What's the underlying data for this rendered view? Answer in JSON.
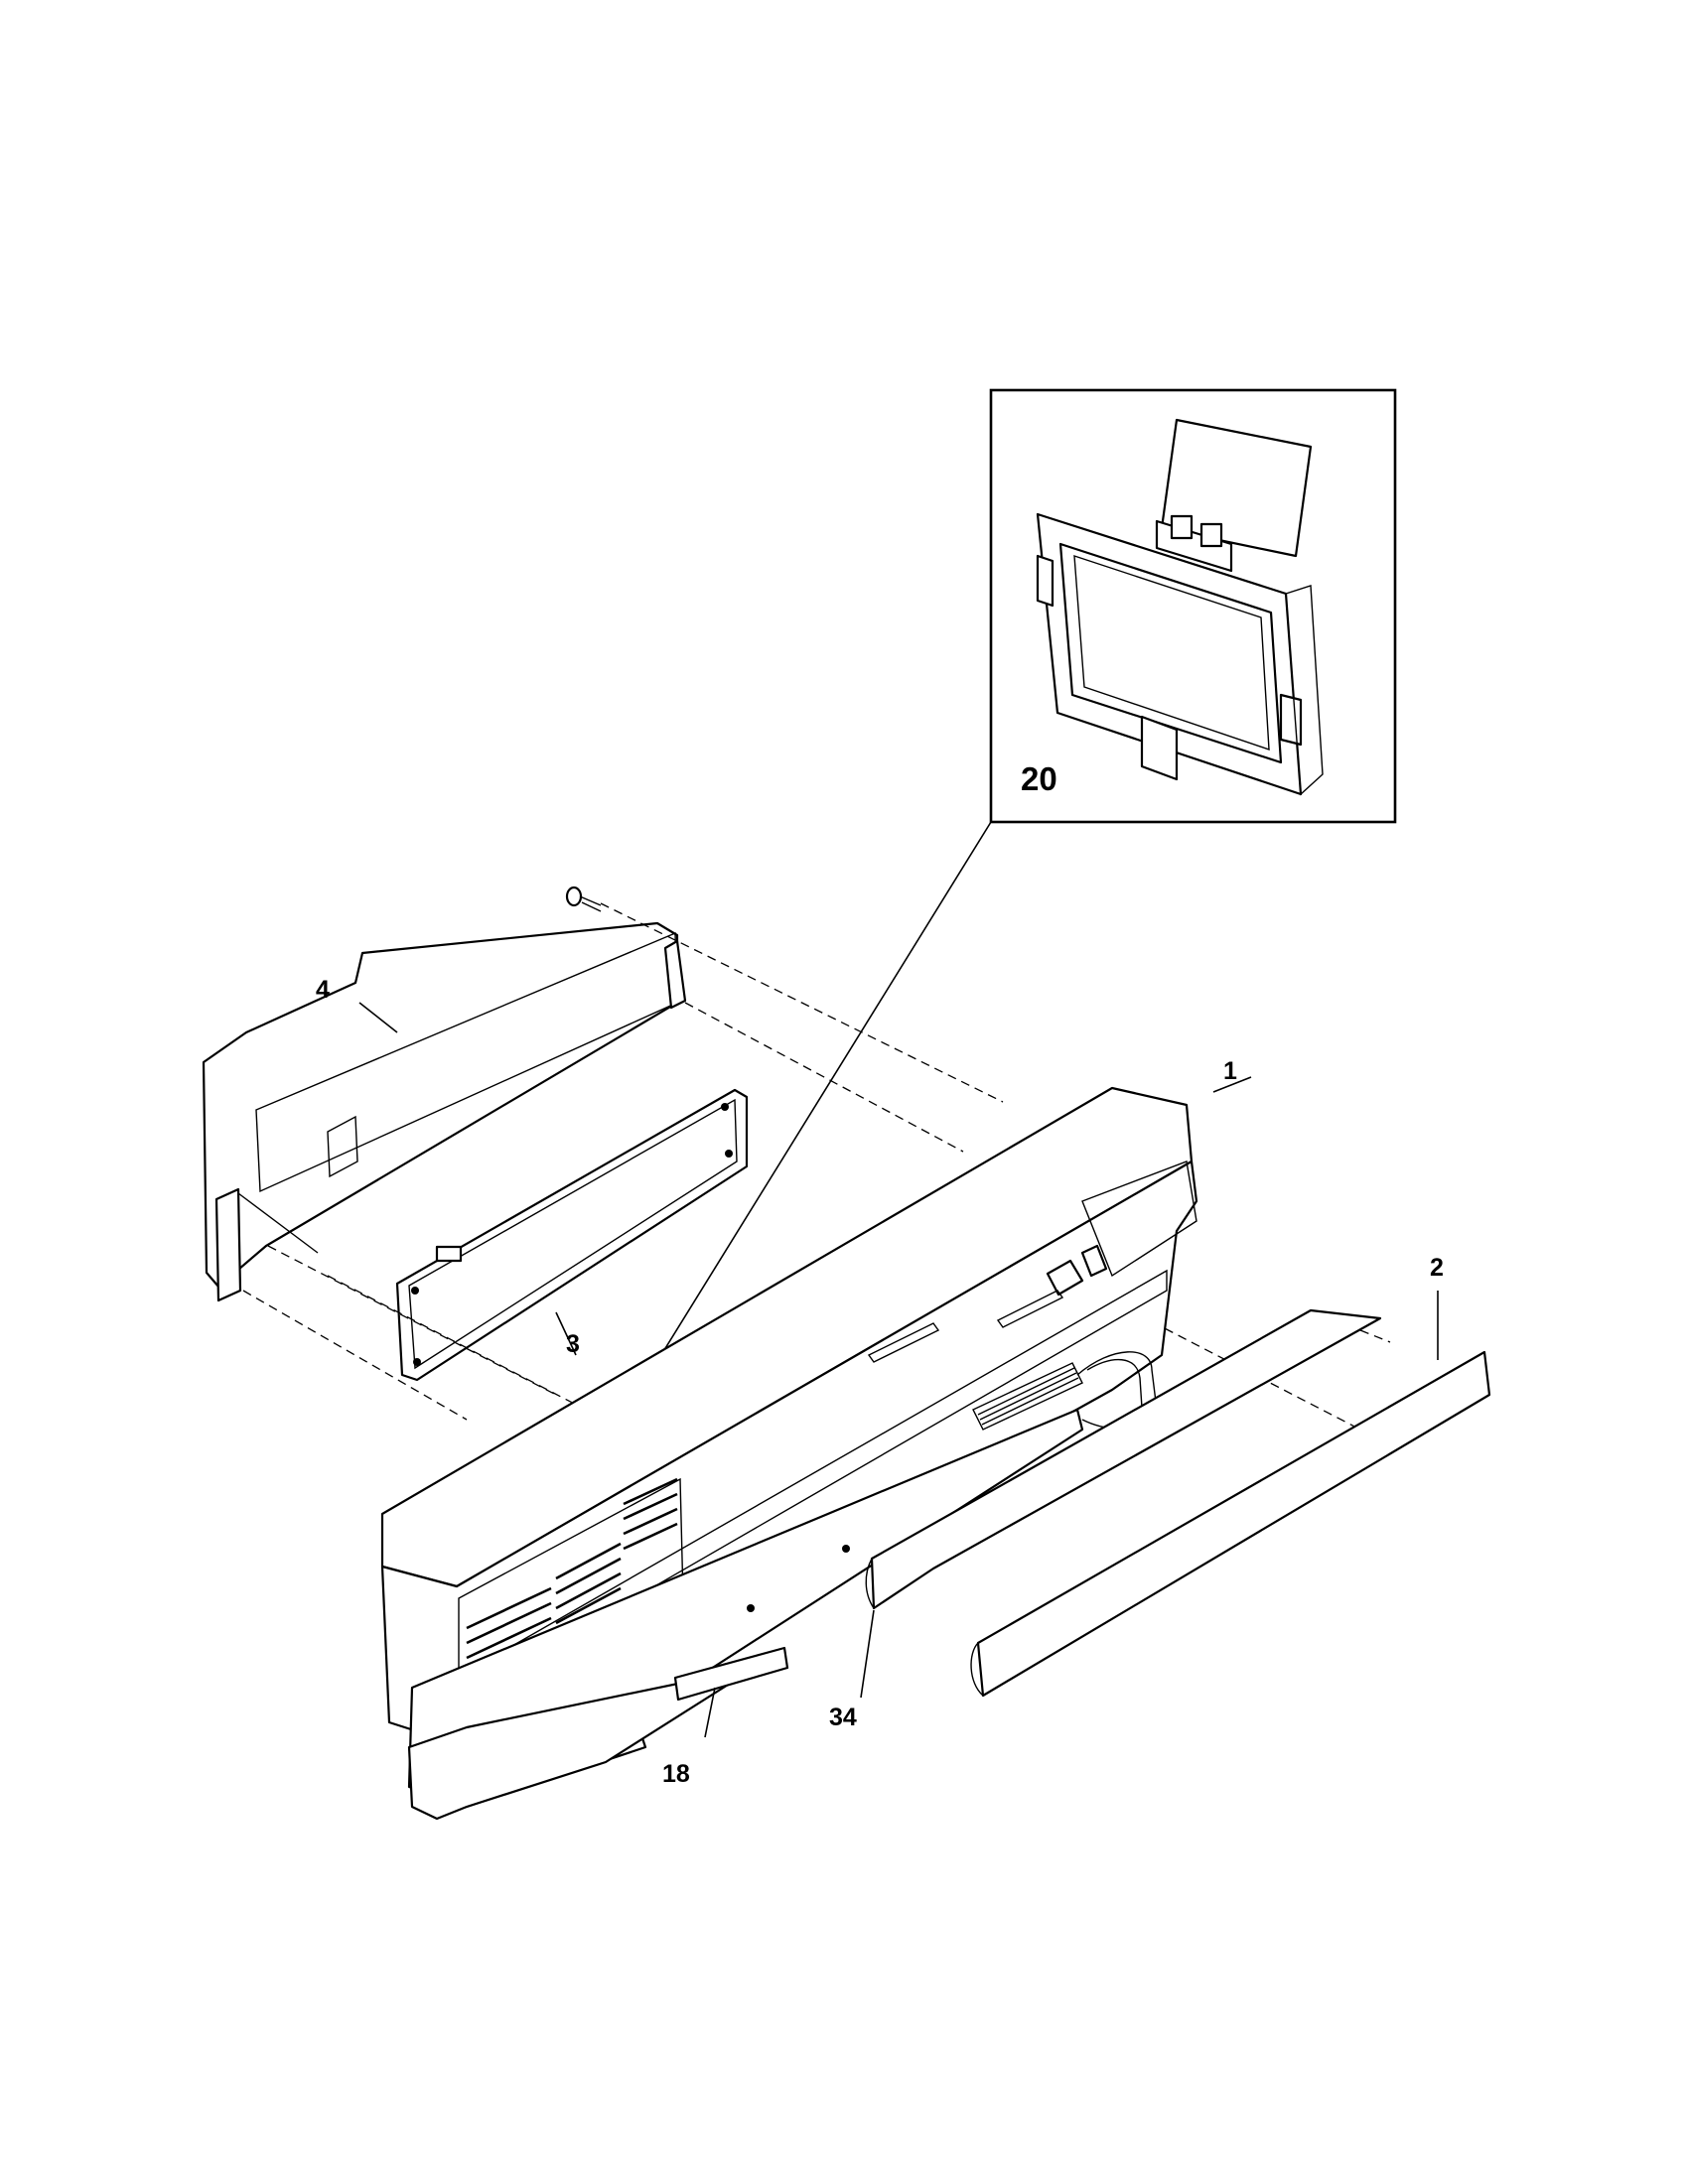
{
  "callouts": {
    "panel": "1",
    "trim_front": "2",
    "control_board": "3",
    "housing": "4",
    "overlay_label": "18",
    "dispenser_inset": "20",
    "trim_rear": "34"
  }
}
